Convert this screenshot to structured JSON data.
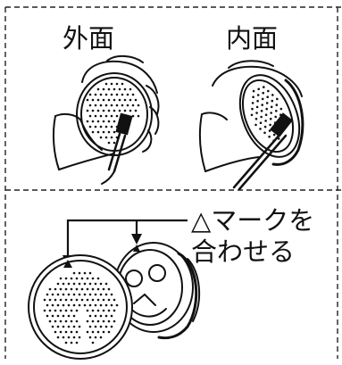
{
  "labels": {
    "outer": "外面",
    "inner": "内面",
    "align_line1": "△マークを",
    "align_line2": "合わせる"
  },
  "icons": {
    "cleaning_outer": "hand-brushing-outer-face-of-filter-cap",
    "cleaning_inner": "hand-brushing-inner-face-of-filter-cap",
    "align_mark": "triangle-alignment-mark",
    "cap_perforated": "perforated-filter-cap",
    "cap_inner": "filter-cap-inner-side-with-face-pattern"
  }
}
